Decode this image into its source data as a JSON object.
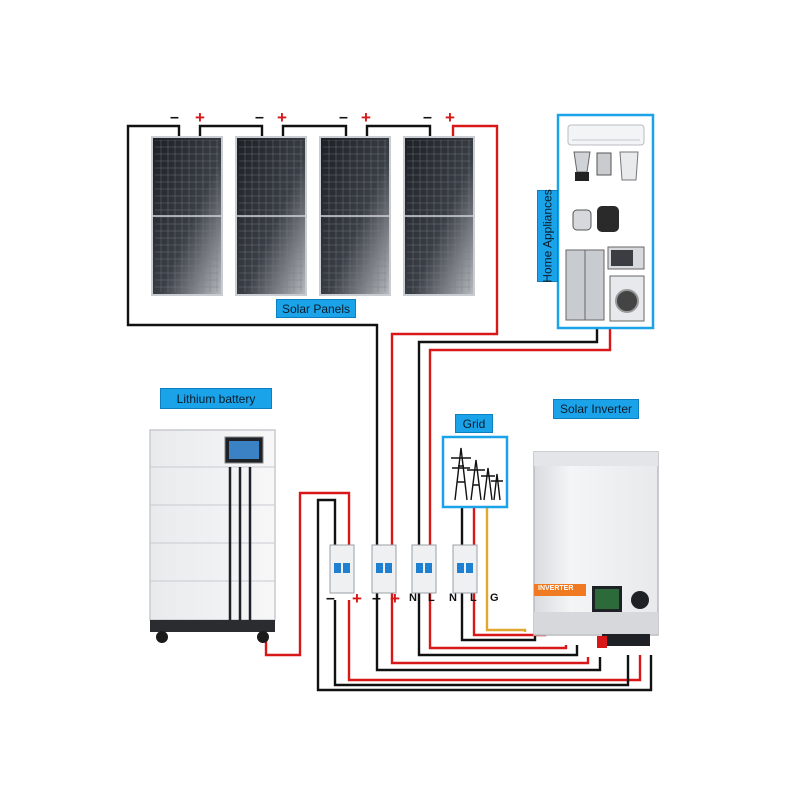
{
  "labels": {
    "solar_panels": "Solar Panels",
    "lithium_battery": "Lithium battery",
    "grid": "Grid",
    "solar_inverter": "Solar Inverter",
    "home_appliances": "Home Appliances",
    "inverter_brand": "INVERTER"
  },
  "panel_polarity": {
    "minus": "–",
    "plus": "+"
  },
  "breaker_terminals": {
    "battery": [
      "–",
      "+"
    ],
    "pv": [
      "–",
      "+"
    ],
    "load": [
      "N",
      "L"
    ],
    "grid": [
      "N",
      "L",
      "G"
    ]
  },
  "colors": {
    "positive_wire": "#d81818",
    "negative_wire": "#111111",
    "ground_wire": "#e0a82e",
    "label_bg": "#1aa3e8",
    "inverter_accent": "#f07a22"
  },
  "icons": [
    "solar-panel-icon",
    "battery-icon",
    "transmission-tower-icon",
    "inverter-icon",
    "circuit-breaker-icon",
    "air-conditioner-icon",
    "blender-icon",
    "coffee-maker-icon",
    "food-processor-icon",
    "kettle-icon",
    "air-fryer-icon",
    "microwave-icon",
    "refrigerator-icon",
    "washing-machine-icon"
  ]
}
